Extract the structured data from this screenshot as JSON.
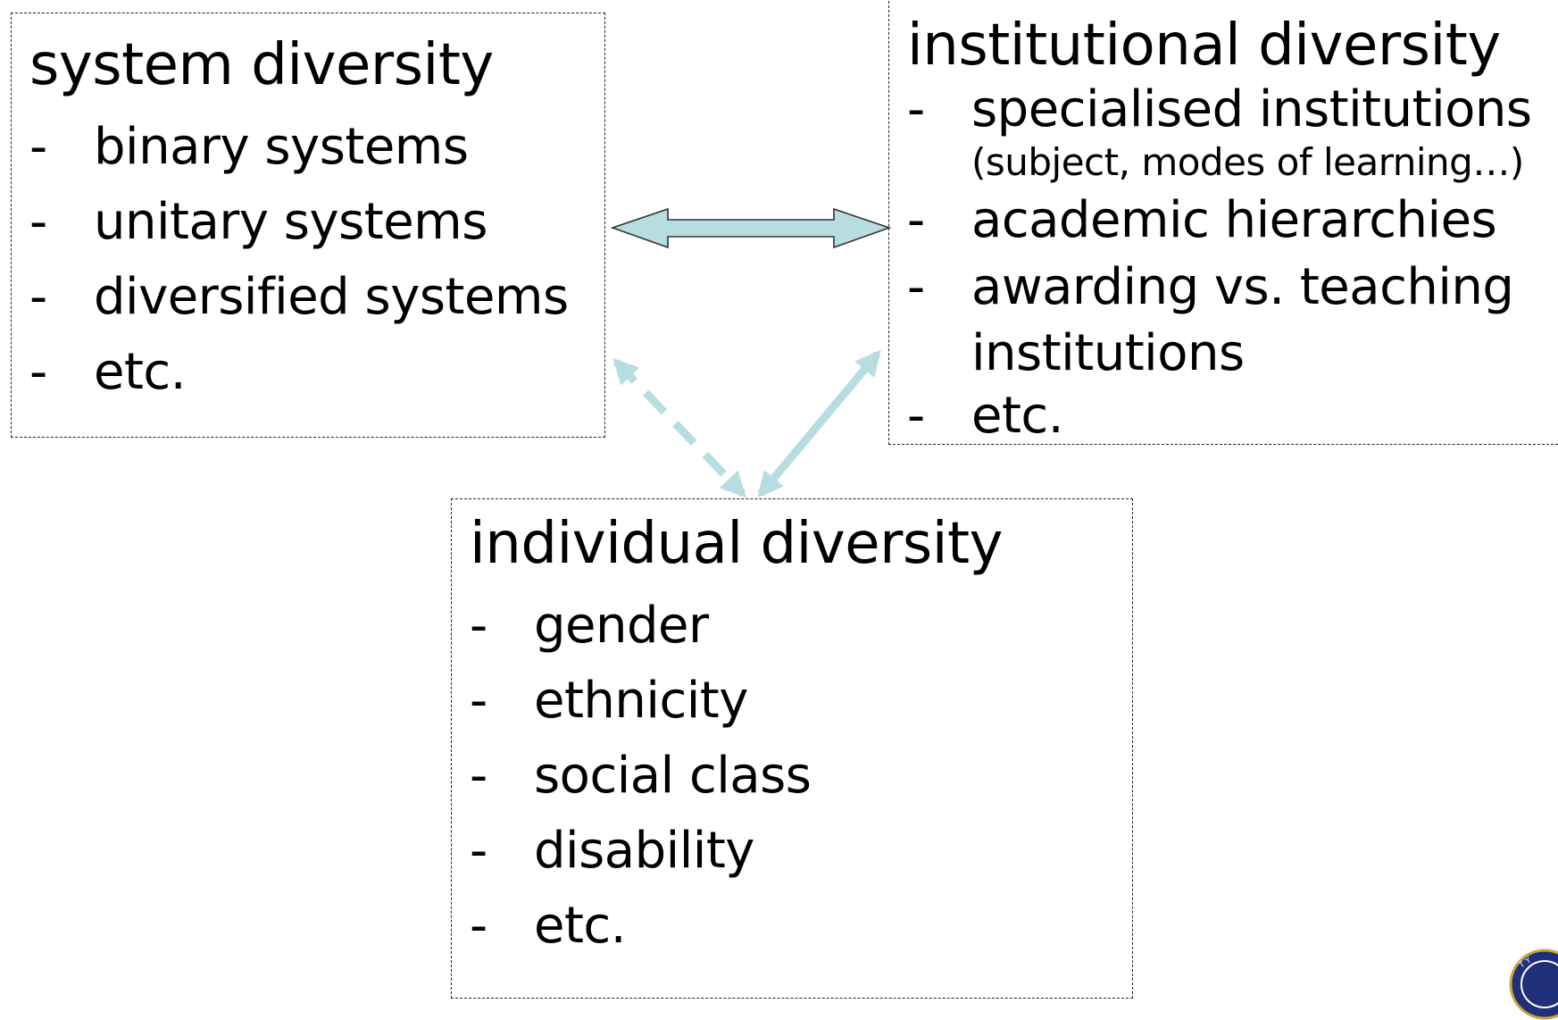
{
  "system": {
    "title": "system diversity",
    "dash": "-",
    "items": [
      "binary systems",
      "unitary systems",
      "diversified systems",
      "etc."
    ]
  },
  "institutional": {
    "title": "institutional diversity",
    "dash": "-",
    "items": [
      {
        "text": "specialised institutions",
        "note": "(subject, modes of learning…)"
      },
      {
        "text": "academic hierarchies"
      },
      {
        "text": "awarding vs. teaching",
        "text_line2": "institutions"
      },
      {
        "text": "etc."
      }
    ]
  },
  "individual": {
    "title": "individual diversity",
    "dash": "-",
    "items": [
      "gender",
      "ethnicity",
      "social class",
      "disability",
      "etc."
    ]
  },
  "colors": {
    "arrow_fill": "#b7dde0",
    "arrow_stroke": "#333333",
    "box_border": "#222222",
    "seal_blue": "#1f2f78"
  }
}
